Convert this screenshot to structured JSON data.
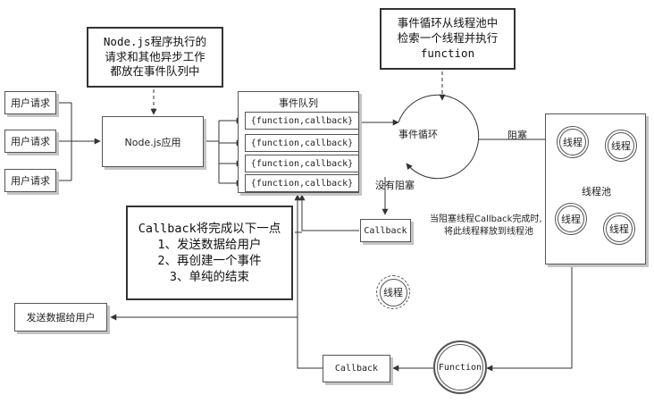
{
  "user_requests": [
    "用户请求",
    "用户请求",
    "用户请求"
  ],
  "nodejs_app": "Node.js应用",
  "note_queue": {
    "lines": [
      "Node.js程序执行的",
      "请求和其他异步工作",
      "都放在事件队列中"
    ]
  },
  "event_queue": {
    "title": "事件队列",
    "items": [
      "{function,callback}",
      "{function,callback}",
      "{function,callback}",
      "{function,callback}"
    ]
  },
  "note_loop": {
    "lines": [
      "事件循环从线程池中",
      "检索一个线程并执行",
      "function"
    ]
  },
  "event_loop_label": "事件循环",
  "blocked_label": "阻塞",
  "not_blocked_label": "没有阻塞",
  "thread_pool": {
    "label": "线程池",
    "threads": [
      "线程",
      "线程",
      "线程",
      "线程"
    ]
  },
  "callback_small": "Callback",
  "return_note": [
    "当阻塞线程Callback完成时,",
    "将此线程释放到线程池"
  ],
  "released_thread": "线程",
  "note_callback": {
    "lines": [
      "Callback将完成以下一点",
      "1、发送数据给用户",
      "2、再创建一个事件",
      "3、单纯的结束"
    ]
  },
  "send_data": "发送数据给用户",
  "callback_bottom": "Callback",
  "function_node": "Function"
}
